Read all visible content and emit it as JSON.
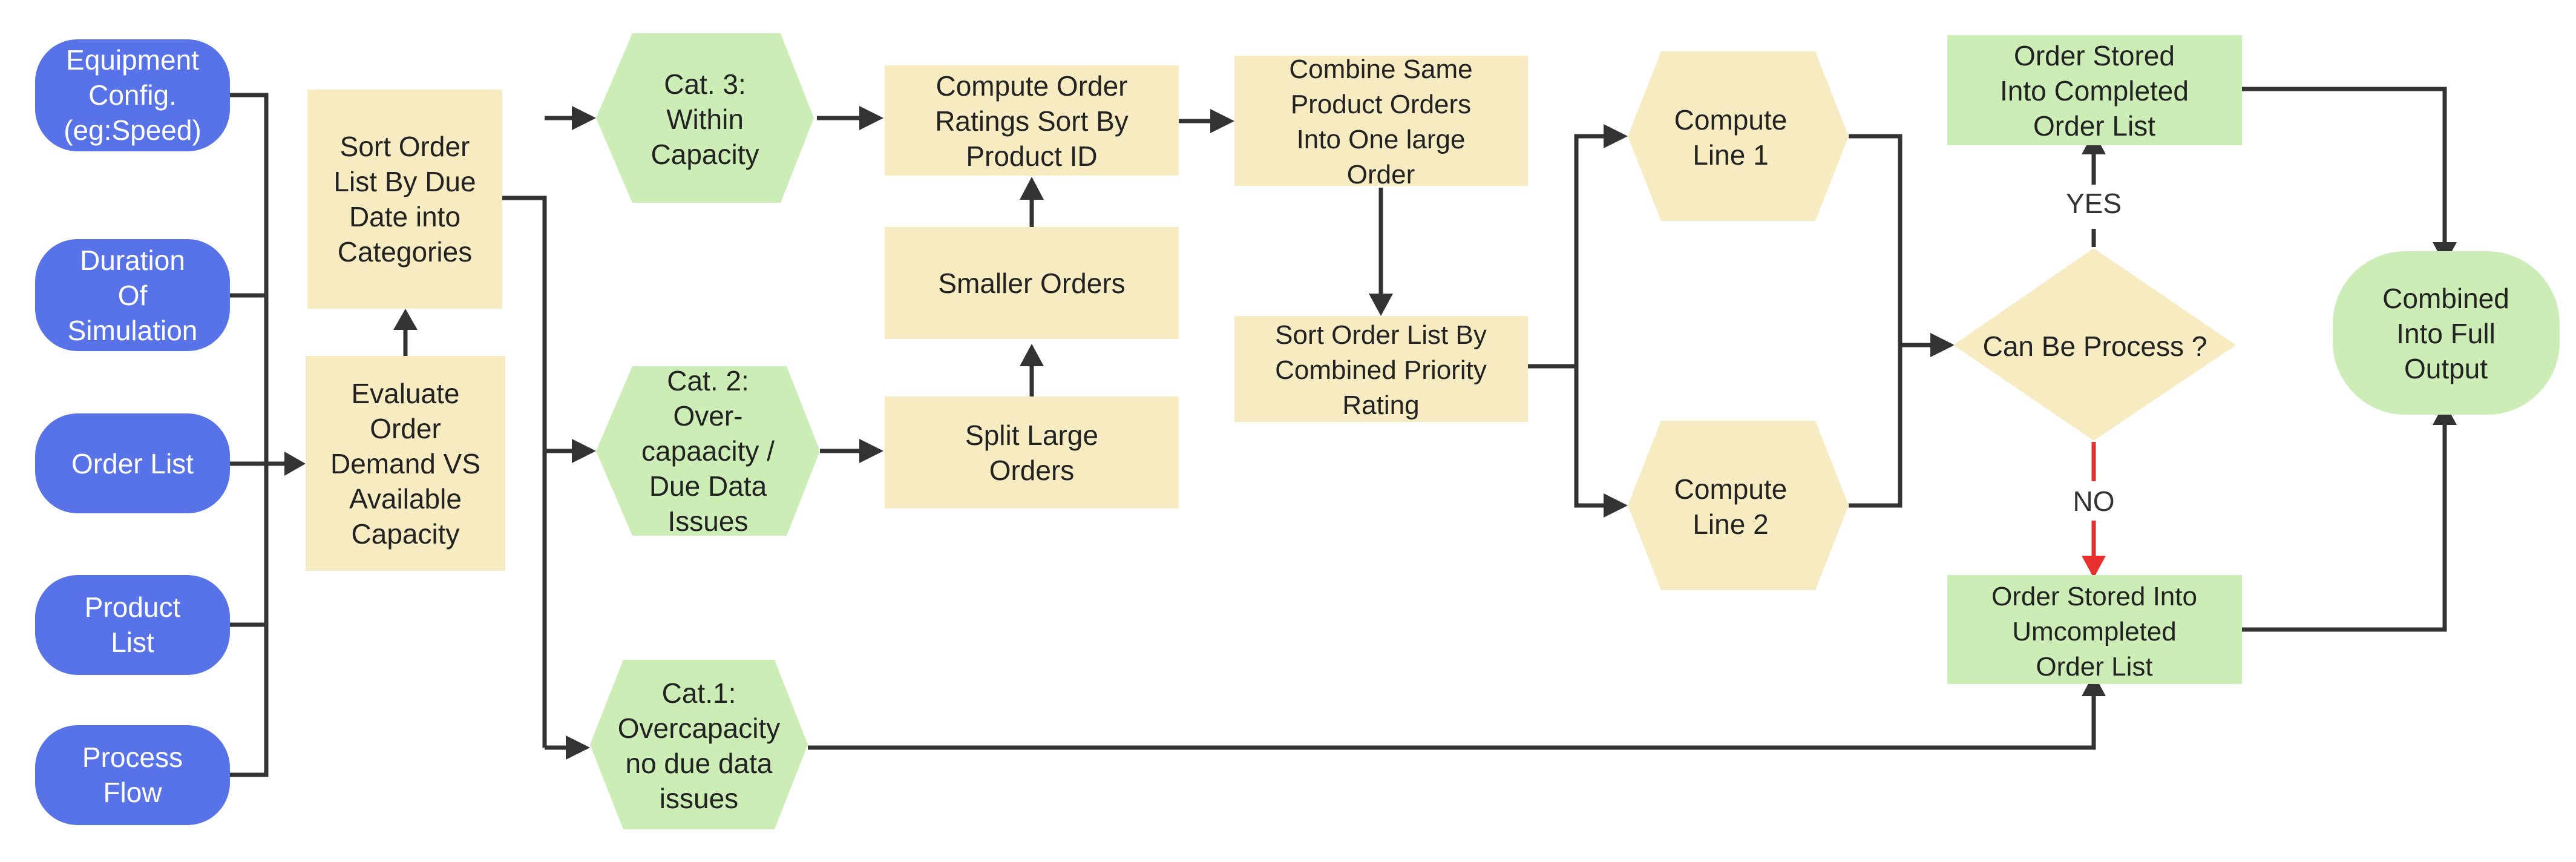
{
  "colors": {
    "input_blue": "#5873E8",
    "process_yellow": "#F6EBC1",
    "category_green": "#CCEDB5",
    "output_green": "#CCEDB5",
    "arrow": "#333333",
    "no_arrow": "#E8312F"
  },
  "inputs": {
    "equipment": [
      "Equipment",
      "Config.",
      "(eg:Speed)"
    ],
    "duration": [
      "Duration",
      "Of",
      "Simulation"
    ],
    "order_list": [
      "Order List"
    ],
    "product_list": [
      "Product",
      "List"
    ],
    "process_flow": [
      "Process",
      "Flow"
    ]
  },
  "steps": {
    "evaluate": [
      "Evaluate",
      "Order",
      "Demand VS",
      "Available",
      "Capacity"
    ],
    "sort_due": [
      "Sort Order",
      "List By Due",
      "Date into",
      "Categories"
    ],
    "cat3": [
      "Cat. 3:",
      "Within",
      "Capacity"
    ],
    "cat2": [
      "Cat. 2:",
      "Over-",
      "capaacity /",
      "Due Data",
      "Issues"
    ],
    "cat1": [
      "Cat.1:",
      "Overcapacity",
      "no due data",
      "issues"
    ],
    "compute_ratings": [
      "Compute Order",
      "Ratings Sort By",
      "Product ID"
    ],
    "smaller": [
      "Smaller Orders"
    ],
    "split": [
      "Split Large",
      "Orders"
    ],
    "combine": [
      "Combine Same",
      "Product Orders",
      "Into One large",
      "Order"
    ],
    "sort_priority": [
      "Sort Order List By",
      "Combined Priority",
      "Rating"
    ],
    "line1": [
      "Compute",
      "Line 1"
    ],
    "line2": [
      "Compute",
      "Line 2"
    ],
    "decision": [
      "Can Be Process ?"
    ],
    "completed": [
      "Order Stored",
      "Into Completed",
      "Order List"
    ],
    "uncompleted": [
      "Order Stored Into",
      "Umcompleted",
      "Order List"
    ],
    "combined_output": [
      "Combined",
      "Into Full",
      "Output"
    ]
  },
  "edge_labels": {
    "yes": "YES",
    "no": "NO"
  }
}
